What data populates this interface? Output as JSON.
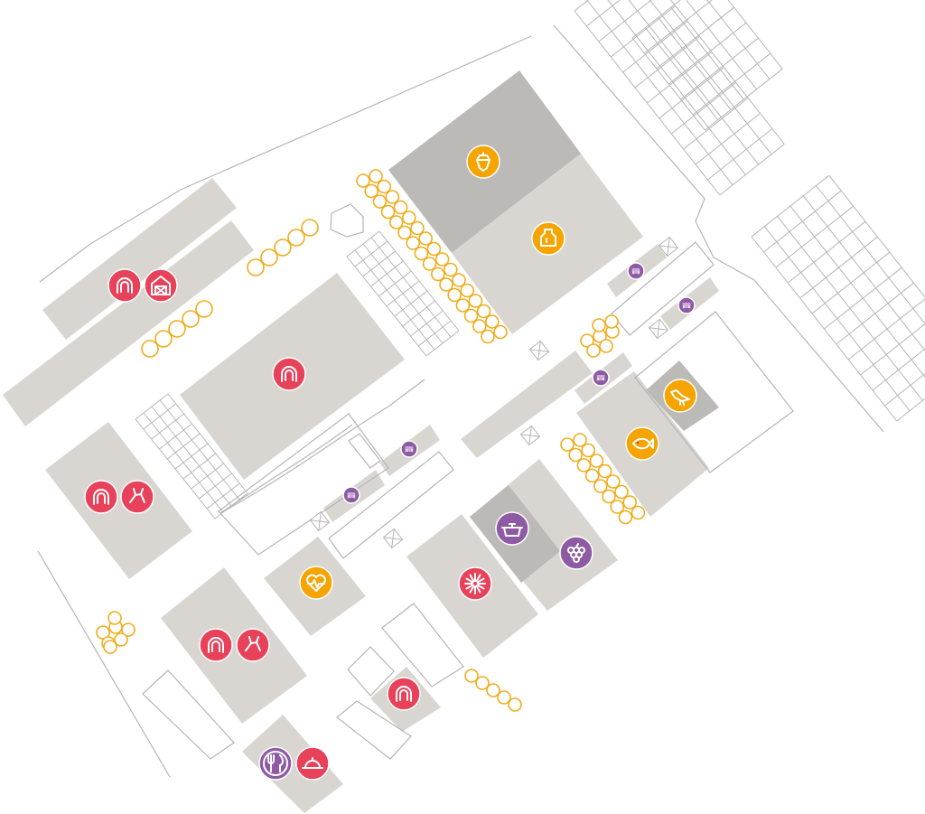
{
  "colors": {
    "building": "#d9d6d2",
    "building_dark": "#bcbab7",
    "outline": "#b5b5b5",
    "tree": "#f0ad1e",
    "poi_red": "#e8415a",
    "poi_purple": "#8e5aa3",
    "poi_orange": "#f5a400",
    "glyph_dark": "#d23a50"
  },
  "pois": [
    {
      "id": "horse-1",
      "icon": "horseshoe-icon",
      "category": "red"
    },
    {
      "id": "stable-1",
      "icon": "barn-icon",
      "category": "red"
    },
    {
      "id": "horse-2",
      "icon": "horseshoe-icon",
      "category": "red"
    },
    {
      "id": "horse-3",
      "icon": "horseshoe-icon",
      "category": "red"
    },
    {
      "id": "cow-1",
      "icon": "cow-icon",
      "category": "red"
    },
    {
      "id": "horse-4",
      "icon": "horseshoe-icon",
      "category": "red"
    },
    {
      "id": "cow-2",
      "icon": "cow-icon",
      "category": "red"
    },
    {
      "id": "horse-5",
      "icon": "horseshoe-icon",
      "category": "red"
    },
    {
      "id": "restaurant-1",
      "icon": "fork-knife-icon",
      "category": "purple"
    },
    {
      "id": "food-service-1",
      "icon": "cloche-icon",
      "category": "red"
    },
    {
      "id": "health-1",
      "icon": "heart-pulse-icon",
      "category": "orange"
    },
    {
      "id": "spark-1",
      "icon": "spark-icon",
      "category": "red"
    },
    {
      "id": "cooking-1",
      "icon": "cooking-pot-icon",
      "category": "purple"
    },
    {
      "id": "grapes-1",
      "icon": "grapes-icon",
      "category": "purple"
    },
    {
      "id": "fish-1",
      "icon": "fish-icon",
      "category": "orange"
    },
    {
      "id": "bird-1",
      "icon": "bird-icon",
      "category": "orange"
    },
    {
      "id": "honey-1",
      "icon": "acorn-icon",
      "category": "orange"
    },
    {
      "id": "jar-1",
      "icon": "jar-icon",
      "category": "orange"
    },
    {
      "id": "bench-1",
      "icon": "bench-icon",
      "category": "purple"
    },
    {
      "id": "bench-2",
      "icon": "bench-icon",
      "category": "purple"
    },
    {
      "id": "bench-3",
      "icon": "bench-icon",
      "category": "purple"
    },
    {
      "id": "bench-4",
      "icon": "bench-icon",
      "category": "purple"
    },
    {
      "id": "bench-5",
      "icon": "bench-icon",
      "category": "purple"
    }
  ]
}
